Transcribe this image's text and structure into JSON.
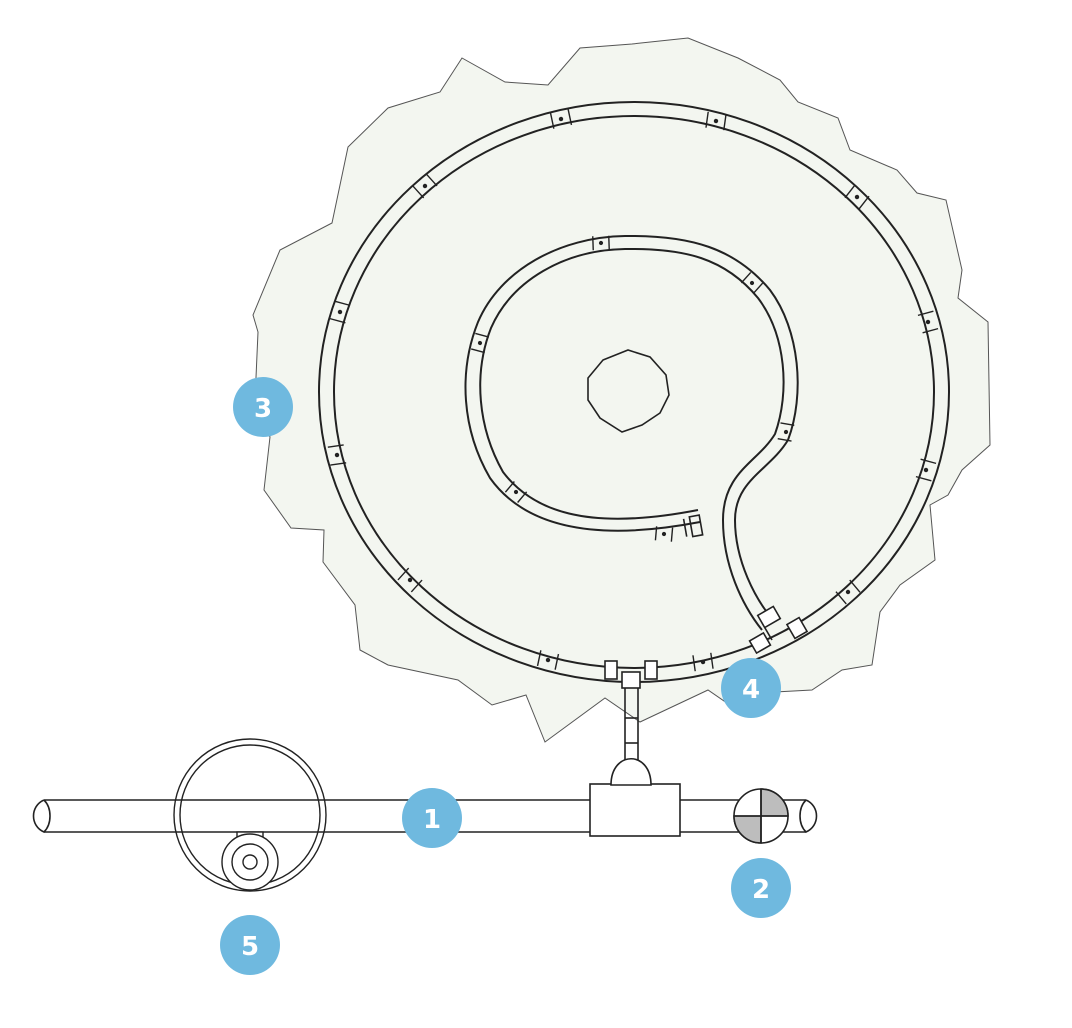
{
  "diagram": {
    "colors": {
      "ground": "#f3f6f0",
      "line": "#222222",
      "badge": "#6fb9df",
      "badge_text": "#ffffff",
      "valve_dark": "#bdbdbd"
    },
    "callouts": [
      {
        "id": "mainline-pipe",
        "label": "1"
      },
      {
        "id": "shutoff-valve",
        "label": "2"
      },
      {
        "id": "tree-root-zone",
        "label": "3"
      },
      {
        "id": "tee-fitting",
        "label": "4"
      },
      {
        "id": "valve-box",
        "label": "5"
      }
    ]
  }
}
